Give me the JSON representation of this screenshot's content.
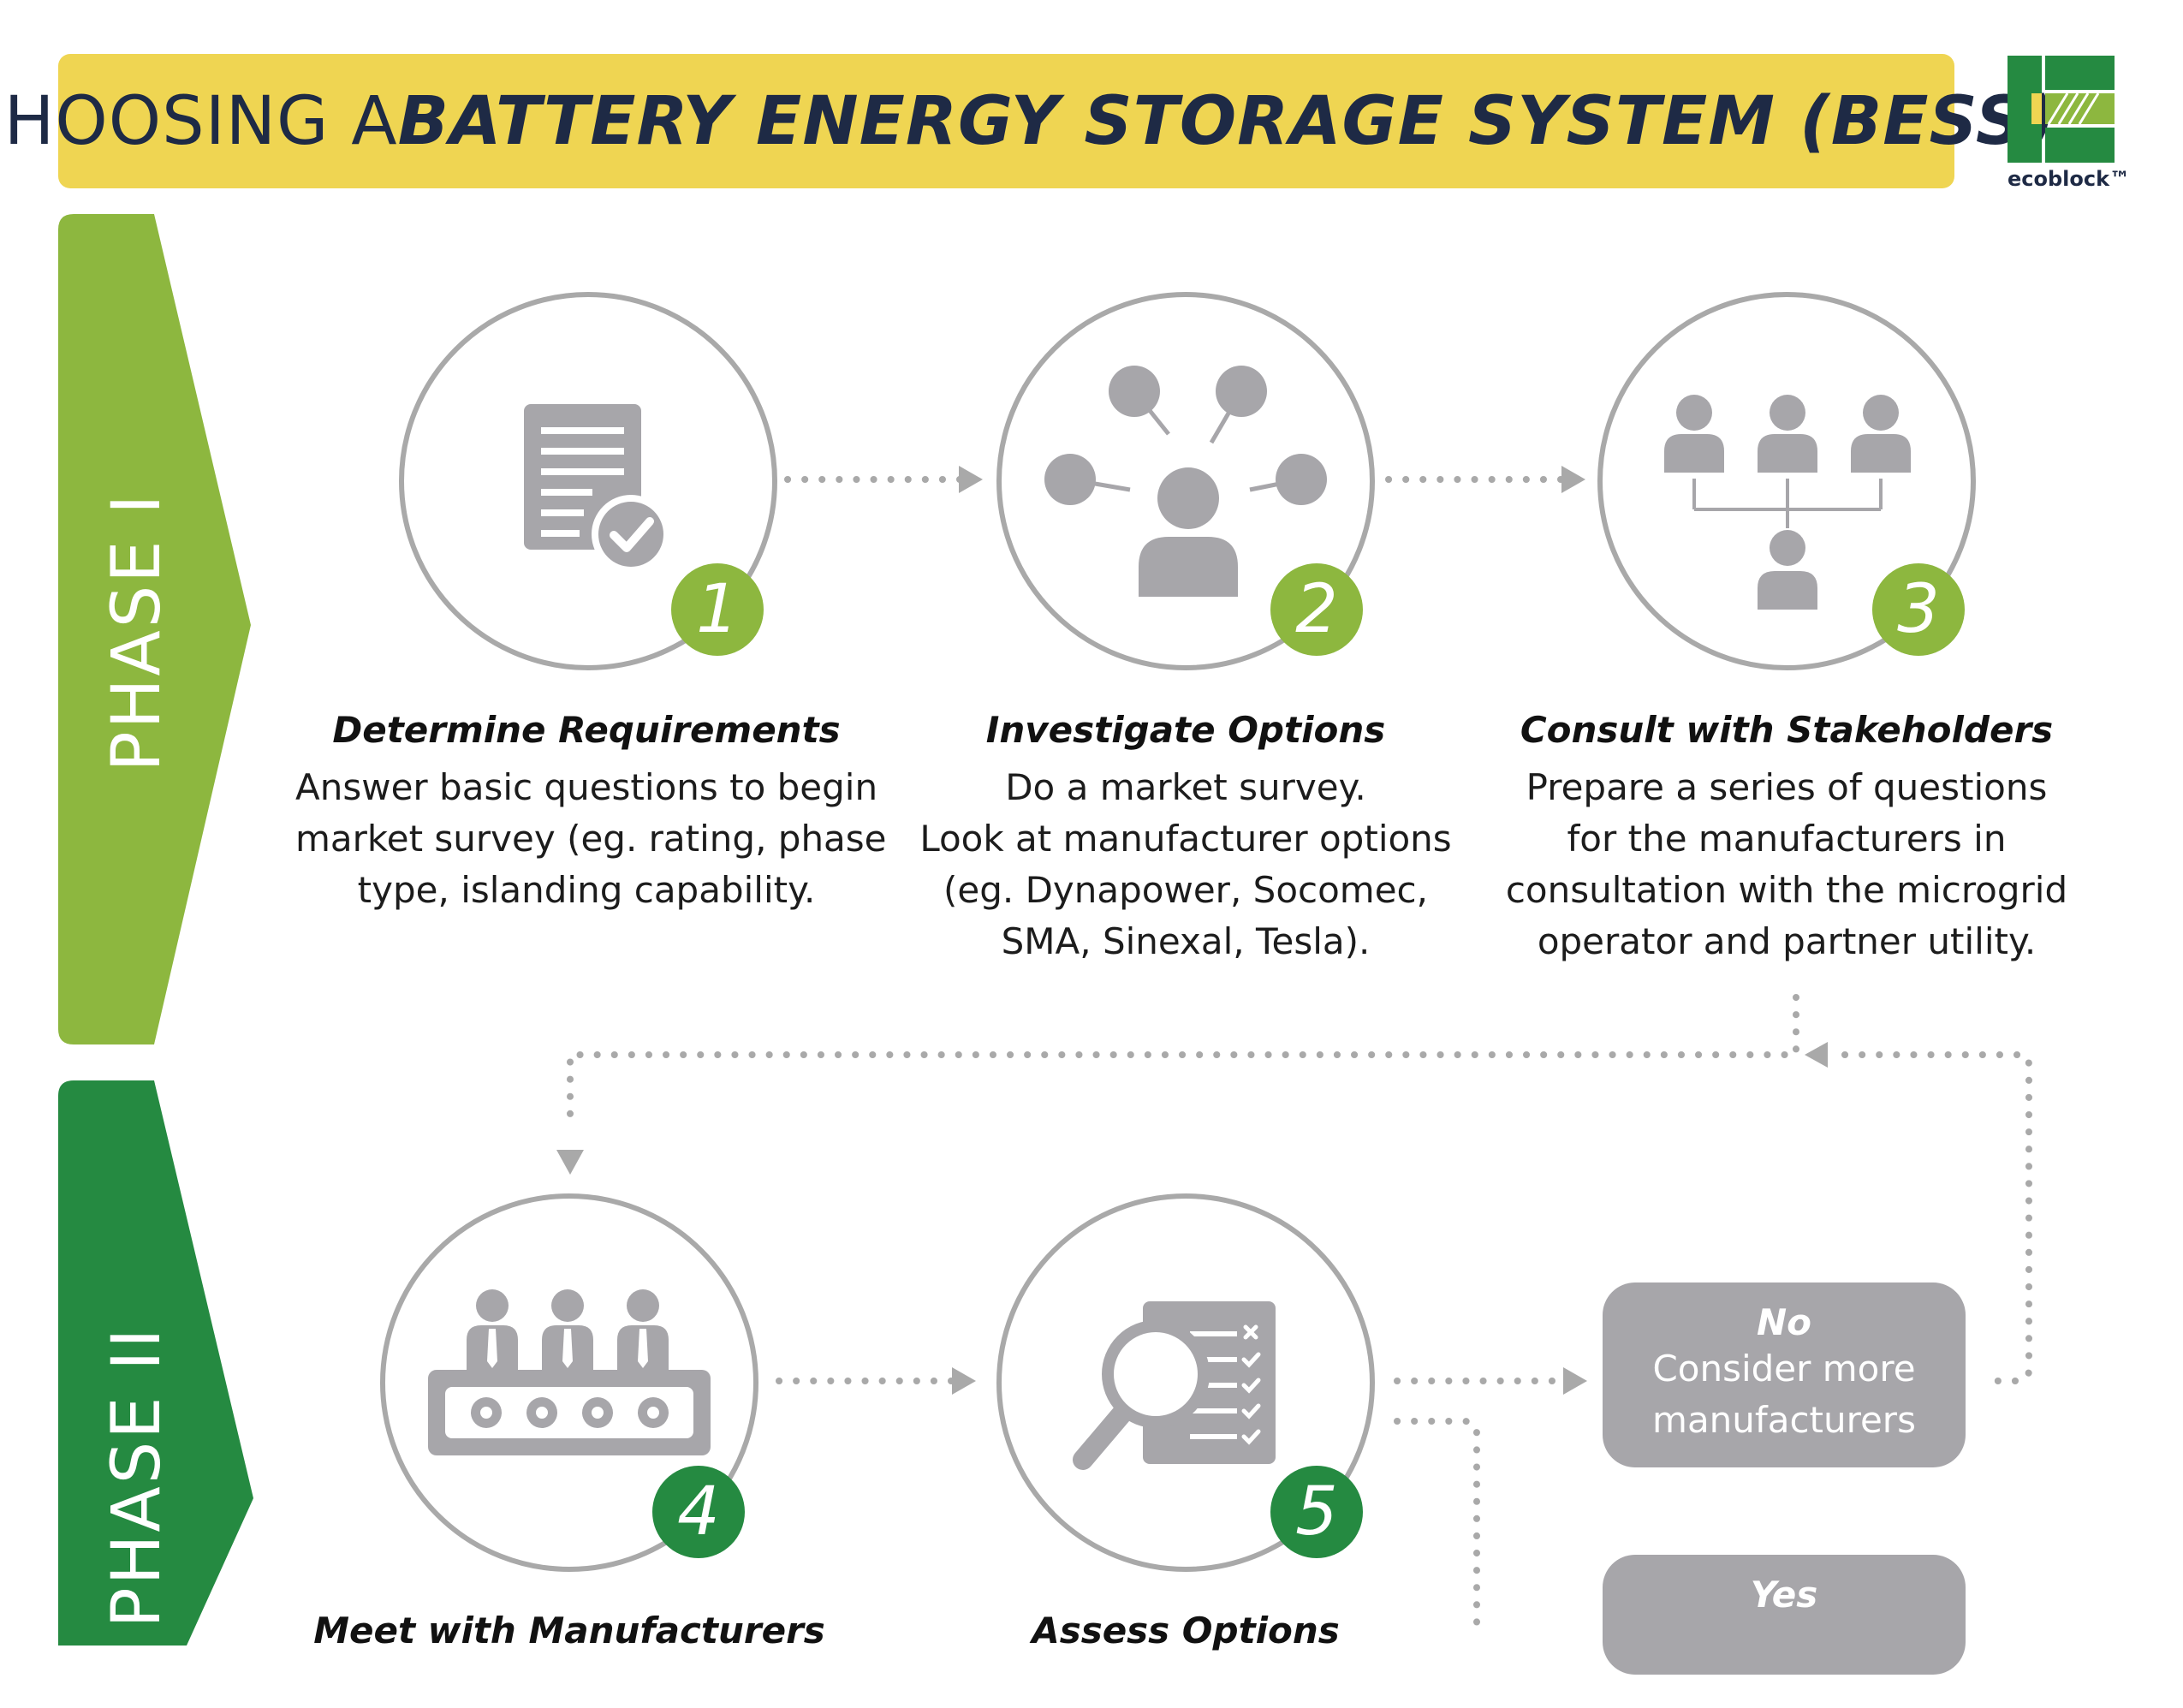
{
  "header": {
    "title_plain": "CHOOSING A ",
    "title_emph": "BATTERY ENERGY STORAGE SYSTEM (BESS)",
    "logo_text": "ecoblock™"
  },
  "phases": [
    {
      "label": "PHASE I",
      "color": "#8DB73F"
    },
    {
      "label": "PHASE II",
      "color": "#258A41"
    }
  ],
  "steps": [
    {
      "number": "1",
      "title": "Determine Requirements",
      "lines": [
        "Answer basic questions to begin",
        "market survey (eg. rating, phase",
        "type, islanding capability."
      ],
      "icon": "checklist-document-icon"
    },
    {
      "number": "2",
      "title": "Investigate Options",
      "lines": [
        "Do a market survey.",
        "Look at manufacturer options",
        "(eg. Dynapower, Socomec,",
        "SMA, Sinexal, Tesla)."
      ],
      "icon": "person-network-icon"
    },
    {
      "number": "3",
      "title": "Consult with Stakeholders",
      "lines": [
        "Prepare a series of questions",
        "for the manufacturers in",
        "consultation with the microgrid",
        "operator and partner utility."
      ],
      "icon": "stakeholders-org-icon"
    },
    {
      "number": "4",
      "title": "Meet with Manufacturers",
      "lines": [],
      "icon": "meeting-panel-icon"
    },
    {
      "number": "5",
      "title": "Assess Options",
      "lines": [],
      "icon": "magnifier-checklist-icon"
    }
  ],
  "decisions": {
    "no": {
      "label": "No",
      "lines": [
        "Consider more",
        "manufacturers"
      ]
    },
    "yes": {
      "label": "Yes"
    }
  },
  "colors": {
    "title_bar": "#EFD552",
    "title_text": "#1E2A45",
    "light_green": "#8DB73F",
    "dark_green": "#258A41",
    "icon_gray": "#A7A6AA",
    "circle_stroke": "#A9A9A9"
  }
}
